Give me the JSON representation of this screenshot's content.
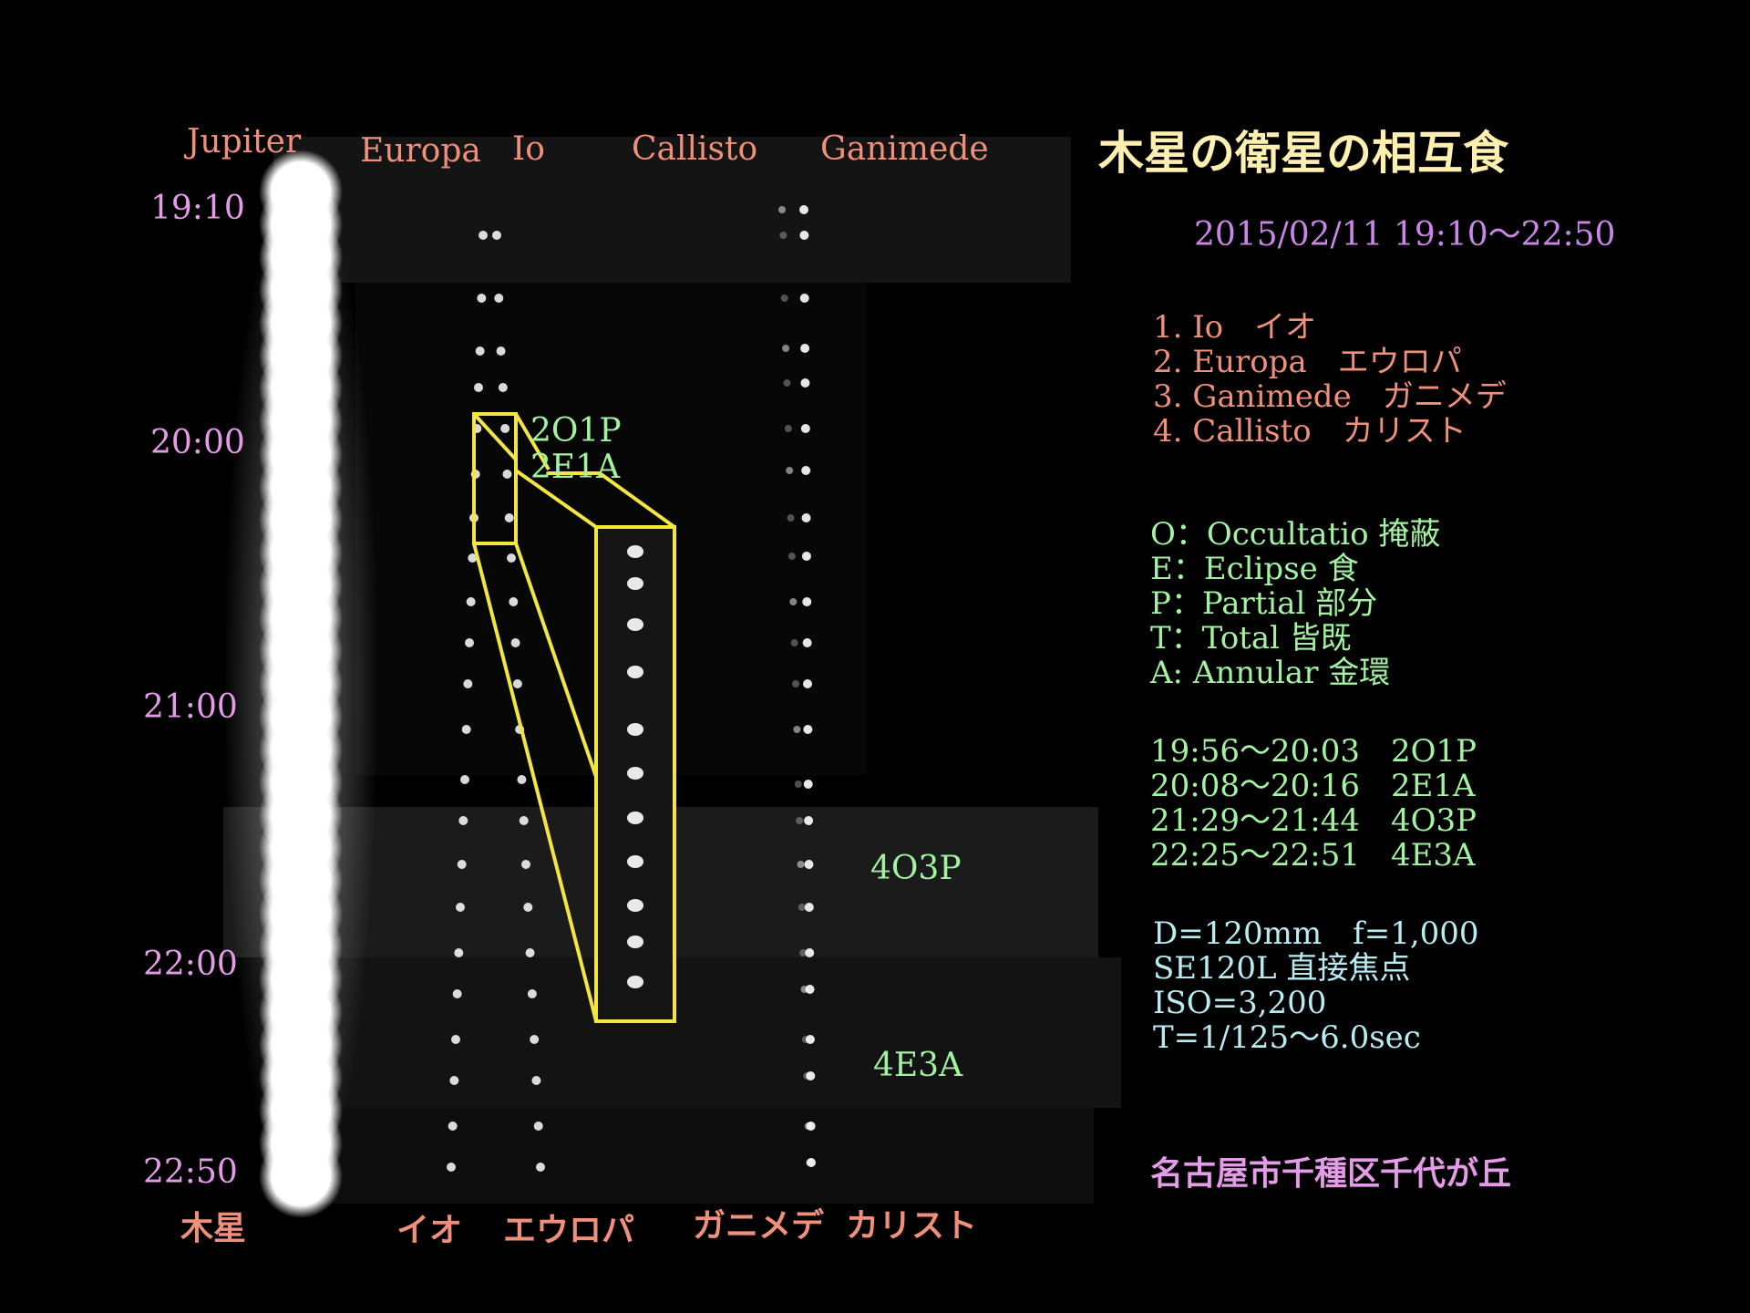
{
  "title": "木星の衛星の相互食",
  "date_range": "2015/02/11 19:10～22:50",
  "top_labels": [
    "Jupiter",
    "Europa",
    "Io",
    "Callisto",
    "Ganimede"
  ],
  "bottom_labels": [
    "木星",
    "イオ",
    "エウロパ",
    "ガニメデ",
    "カリスト"
  ],
  "times": [
    "19:10",
    "20:00",
    "21:00",
    "22:00",
    "22:50"
  ],
  "moons": [
    "1. Io　イオ",
    "2. Europa　エウロパ",
    "3. Ganimede　ガニメデ",
    "4. Callisto　カリスト"
  ],
  "legend": [
    "O：Occultatio 掩蔽",
    "E：Eclipse 食",
    "P：Partial 部分",
    "T：Total 皆既",
    "A: Annular 金環"
  ],
  "events": [
    "19:56～20:03　2O1P",
    "20:08～20:16　2E1A",
    "21:29～21:44　4O3P",
    "22:25～22:51　4E3A"
  ],
  "event_tags": [
    "2O1P",
    "2E1A",
    "4O3P",
    "4E3A"
  ],
  "equipment": [
    "D=120mm　f=1,000",
    "SE120L 直接焦点",
    "ISO=3,200",
    "T=1/125～6.0sec"
  ],
  "location": "名古屋市千種区千代が丘",
  "colors": {
    "label_salmon": "#f0907a",
    "time_violet": "#e49be8",
    "title_cream": "#fff0b0",
    "legend_green": "#a2f2a2",
    "equipment_cyan": "#b8ecf2",
    "highlight_yellow": "#f4e640"
  }
}
